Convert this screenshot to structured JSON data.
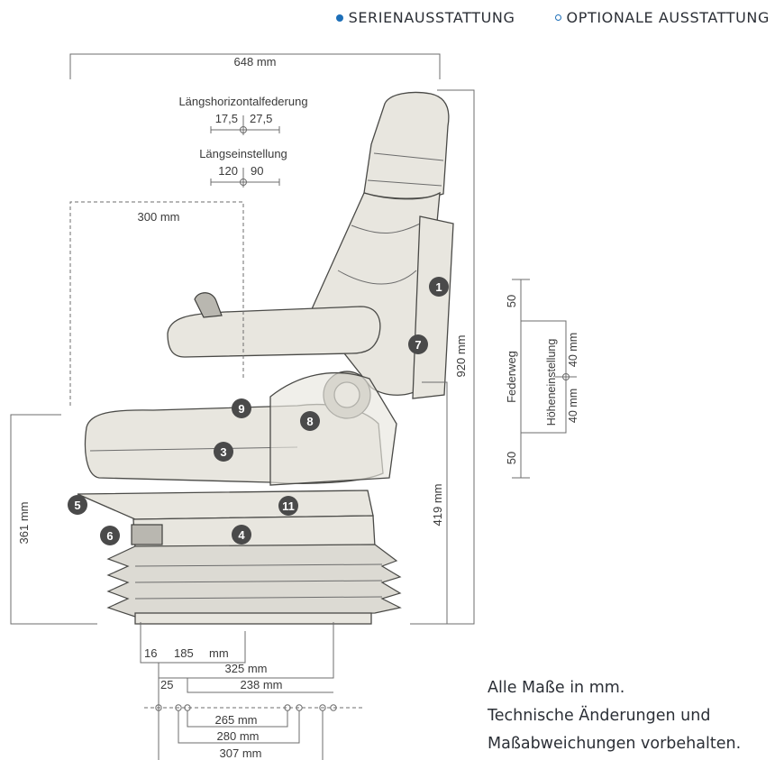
{
  "legend": {
    "standard": "SERIENAUSSTATTUNG",
    "optional": "OPTIONALE AUSSTATTUNG",
    "color": "#1d6fb8"
  },
  "dimensions": {
    "width_total": "648 mm",
    "horizontal_suspension_label": "Längshorizontalfederung",
    "horizontal_suspension_left": "17,5",
    "horizontal_suspension_right": "27,5",
    "longitudinal_adjust_label": "Längseinstellung",
    "longitudinal_adjust_left": "120",
    "longitudinal_adjust_right": "90",
    "depth_300": "300 mm",
    "height_total": "920 mm",
    "height_419": "419 mm",
    "height_361": "361 mm",
    "base_16": "16",
    "base_185": "185",
    "base_185_unit": "mm",
    "base_325": "325 mm",
    "base_25": "25",
    "base_238": "238 mm",
    "hole_265": "265 mm",
    "hole_280": "280 mm",
    "hole_307": "307 mm",
    "travel_top": "50",
    "travel_bottom": "50",
    "travel_label": "Federweg",
    "height_adjust_label": "Höheneinstellung",
    "height_adjust_up": "40 mm",
    "height_adjust_down": "40 mm"
  },
  "badges": [
    "1",
    "3",
    "4",
    "5",
    "6",
    "7",
    "8",
    "9",
    "11"
  ],
  "footnote": {
    "line1": "Alle Maße in mm.",
    "line2": "Technische Änderungen und",
    "line3": "Maßabweichungen vorbehalten."
  }
}
